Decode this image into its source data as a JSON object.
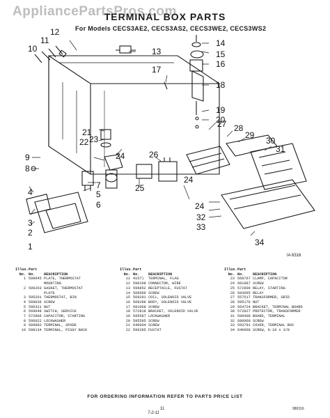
{
  "watermark": "AppliancePartsPros.com",
  "title": "TERMINAL BOX PARTS",
  "subtitle": "For Models CECS3AE2, CECS3AS2, CECS3WE2, CECS3WS2",
  "figure_code": "IA 6316",
  "callouts": [
    "1",
    "2",
    "3",
    "4",
    "5",
    "6",
    "7",
    "8",
    "9",
    "10",
    "11",
    "12",
    "13",
    "14",
    "15",
    "16",
    "17",
    "18",
    "19",
    "20",
    "21",
    "22",
    "23",
    "24",
    "25",
    "26",
    "27",
    "28",
    "29",
    "30",
    "31",
    "32",
    "33",
    "34",
    "24",
    "24"
  ],
  "table_header": {
    "illus": "Illus.",
    "part": "Part",
    "no": "No.",
    "no2": "No.",
    "description": "DESCRIPTION"
  },
  "parts_col1": [
    {
      "illus": "1",
      "part": "599945",
      "desc": "PLATE, THERMOSTAT"
    },
    {
      "illus": "",
      "part": "",
      "desc": "MOUNTING"
    },
    {
      "illus": "2",
      "part": "596263",
      "desc": "GASKET, THERMOSTAT"
    },
    {
      "illus": "",
      "part": "",
      "desc": "PLATE"
    },
    {
      "illus": "3",
      "part": "595201",
      "desc": "THERMOSTAT, BIN"
    },
    {
      "illus": "4",
      "part": "569036",
      "desc": "SCREW"
    },
    {
      "illus": "5",
      "part": "596321",
      "desc": "NUT"
    },
    {
      "illus": "6",
      "part": "569048",
      "desc": "SWITCH, SERVICE"
    },
    {
      "illus": "7",
      "part": "572866",
      "desc": "CAPACITOR, STARTING"
    },
    {
      "illus": "8",
      "part": "596022",
      "desc": "LOCKWASHER"
    },
    {
      "illus": "9",
      "part": "509882",
      "desc": "TERMINAL, SPADE"
    },
    {
      "illus": "10",
      "part": "598134",
      "desc": "TERMINAL, PIGGY BACK"
    }
  ],
  "parts_col2": [
    {
      "illus": "11",
      "part": "4157)",
      "desc": "TERMINAL, FLAG"
    },
    {
      "illus": "12",
      "part": "598108",
      "desc": "CONNECTOR, WIRE"
    },
    {
      "illus": "13",
      "part": "599852",
      "desc": "RECEPTACLE, FUSTAT"
    },
    {
      "illus": "14",
      "part": "568589",
      "desc": "SCREW"
    },
    {
      "illus": "15",
      "part": "569291",
      "desc": "COIL, SOLENOID VALVE"
    },
    {
      "illus": "16",
      "part": "569288",
      "desc": "BODY, SOLENOID VALVE"
    },
    {
      "illus": "17",
      "part": "681068",
      "desc": "SCREW"
    },
    {
      "illus": "18",
      "part": "572818",
      "desc": "BRACKET, SOLENOID VALVE"
    },
    {
      "illus": "19",
      "part": "595587",
      "desc": "LOCKWASHER"
    },
    {
      "illus": "20",
      "part": "595595",
      "desc": "SCREW"
    },
    {
      "illus": "21",
      "part": "640604",
      "desc": "SCREW"
    },
    {
      "illus": "22",
      "part": "596285",
      "desc": "FUSTAT"
    }
  ],
  "parts_col3": [
    {
      "illus": "23",
      "part": "568767",
      "desc": "CLAMP, CAPACITOR"
    },
    {
      "illus": "24",
      "part": "681087",
      "desc": "SCREW"
    },
    {
      "illus": "25",
      "part": "572809",
      "desc": "RELAY, STARTING"
    },
    {
      "illus": "26",
      "part": "583095",
      "desc": "RELAY"
    },
    {
      "illus": "27",
      "part": "557517",
      "desc": "TRANSFORMER, GRID"
    },
    {
      "illus": "28",
      "part": "595176",
      "desc": "NUT"
    },
    {
      "illus": "29",
      "part": "564724",
      "desc": "BRACKET, TERMINAL BOARD"
    },
    {
      "illus": "30",
      "part": "572827",
      "desc": "PROTECTOR, TRANSFORMER"
    },
    {
      "illus": "31",
      "part": "598408",
      "desc": "BOARD, TERMINAL"
    },
    {
      "illus": "32",
      "part": "680969",
      "desc": "SCREW"
    },
    {
      "illus": "33",
      "part": "593791",
      "desc": "COVER, TERMINAL BOX"
    },
    {
      "illus": "34",
      "part": "640968",
      "desc": "SCREW, 8-18 x 3/8"
    }
  ],
  "footer": "FOR ORDERING INFORMATION REFER TO PARTS PRICE LIST",
  "page_number": "11",
  "doc_code": "980316",
  "handwritten": "7-2-11"
}
